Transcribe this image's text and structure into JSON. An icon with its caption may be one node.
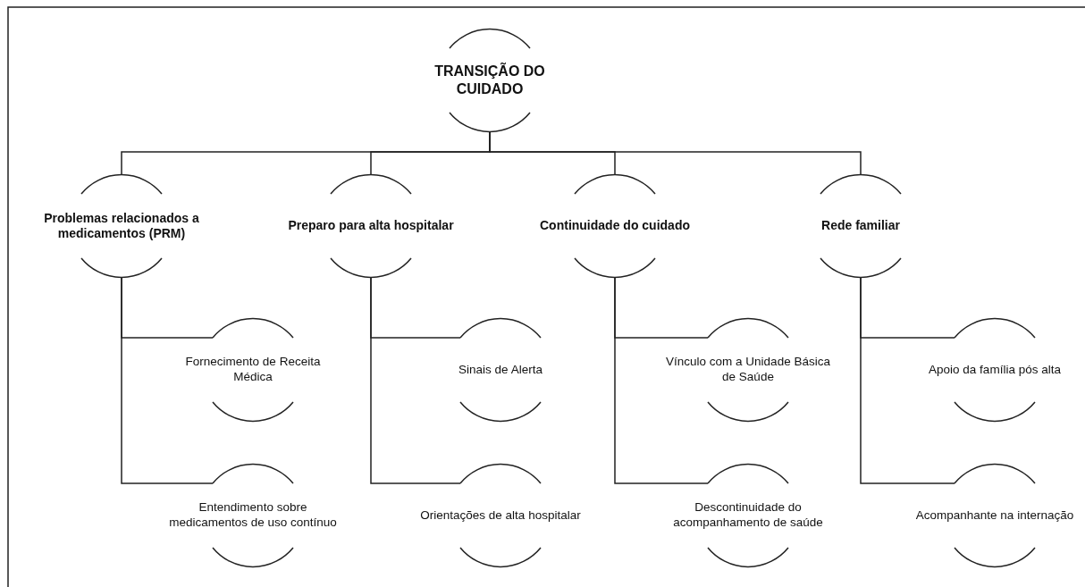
{
  "diagram": {
    "nodes": [
      {
        "text": [
          "TRANSIÇÃO DO CUIDADO"
        ]
      },
      {
        "text": [
          "Problemas relacionados a medicamentos (PRM)"
        ]
      },
      {
        "text": [
          "Fornecimento de Receita Médica"
        ]
      },
      {
        "text": [
          "Entendimento sobre medicamentos de uso contínuo"
        ]
      },
      {
        "text": [
          "Preparo para alta hospitalar"
        ]
      },
      {
        "text": [
          "Sinais de Alerta"
        ]
      },
      {
        "text": [
          "Orientações de alta hospitalar"
        ]
      },
      {
        "text": [
          "Continuidade do cuidado"
        ]
      },
      {
        "text": [
          "Vínculo com a Unidade Básica de Saúde"
        ]
      },
      {
        "text": [
          "Descontinuidade do acompanhamento de saúde"
        ]
      },
      {
        "text": [
          "Rede familiar"
        ]
      },
      {
        "text": [
          "Apoio da família pós alta"
        ]
      },
      {
        "text": [
          "Acompanhante na internação"
        ]
      }
    ],
    "edges": [
      {
        "from": 0,
        "to": 1,
        "arrow": "none"
      },
      {
        "from": 0,
        "to": 4,
        "arrow": "none"
      },
      {
        "from": 0,
        "to": 7,
        "arrow": "none"
      },
      {
        "from": 0,
        "to": 10,
        "arrow": "none"
      },
      {
        "from": 1,
        "to": 2,
        "arrow": "none"
      },
      {
        "from": 1,
        "to": 3,
        "arrow": "none"
      },
      {
        "from": 4,
        "to": 5,
        "arrow": "none"
      },
      {
        "from": 4,
        "to": 6,
        "arrow": "none"
      },
      {
        "from": 7,
        "to": 8,
        "arrow": "none"
      },
      {
        "from": 7,
        "to": 9,
        "arrow": "none"
      },
      {
        "from": 10,
        "to": 11,
        "arrow": "none"
      },
      {
        "from": 10,
        "to": 12,
        "arrow": "none"
      }
    ]
  }
}
